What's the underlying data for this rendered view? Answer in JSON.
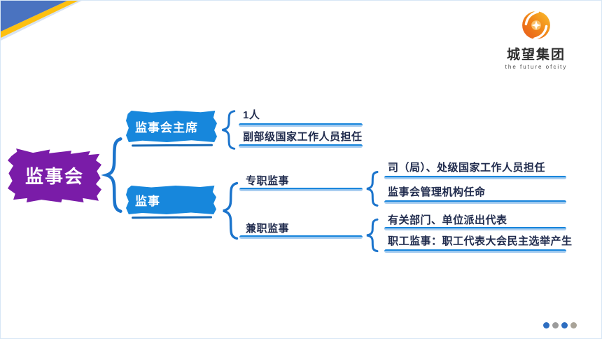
{
  "logo": {
    "company": "城望集团",
    "tagline": "the future ofcity"
  },
  "diagram": {
    "root": "监事会",
    "chairman": {
      "label": "监事会主席",
      "items": [
        "1人",
        "副部级国家工作人员担任"
      ]
    },
    "supervisor": {
      "label": "监事",
      "fulltime": {
        "label": "专职监事",
        "items": [
          "司（局）、处级国家工作人员担任",
          "监事会管理机构任命"
        ]
      },
      "parttime": {
        "label": "兼职监事",
        "items": [
          "有关部门、单位派出代表",
          "职工监事：职工代表大会民主选举产生"
        ]
      }
    }
  },
  "colors": {
    "box_blue": "#1787dc",
    "root_purple": "#7a1ca8",
    "brace_blue": "#1b74cc",
    "underline_blue": "#1a86dc",
    "underline_light": "#a9cdf0",
    "text_dark": "#212c4e",
    "corner_blue": "#4a73c0",
    "corner_yellow": "#fdc010",
    "logo_orange_deep": "#e8581c",
    "logo_orange": "#f08519",
    "logo_gold": "#fbc02d"
  },
  "pagination": {
    "dots": [
      "#2e6ec1",
      "#9b9b9b",
      "#2e6ec1",
      "#a9a398"
    ]
  }
}
